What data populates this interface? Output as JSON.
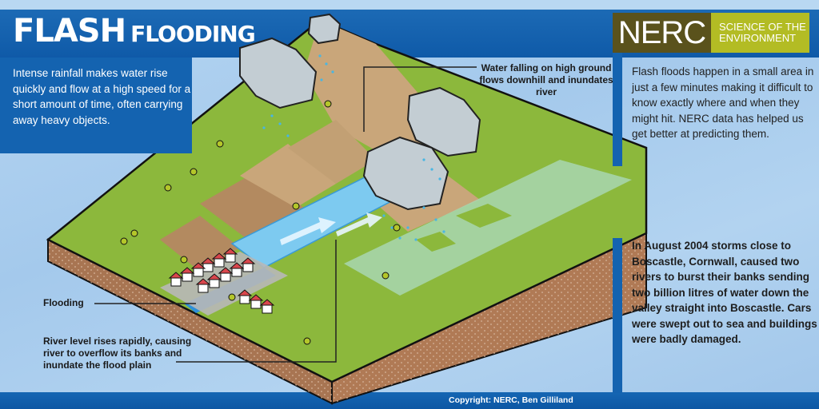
{
  "title": {
    "word1": "FLASH",
    "word2": "FLOODING"
  },
  "intro": "Intense rainfall makes water rise quickly and flow at a high speed for a short amount of time, often carrying away heavy objects.",
  "logo": {
    "main": "NERC",
    "tagline_line1": "SCIENCE OF THE",
    "tagline_line2": "ENVIRONMENT",
    "colors": {
      "main_bg": "#5a521c",
      "tagline_bg": "#b3bc24"
    }
  },
  "panels": {
    "info": "Flash floods happen in a small area in just a few minutes making it difficult to know exactly where and when they might hit. NERC data has helped us get better at predicting them.",
    "boscastle": "In August 2004 storms close to Boscastle, Cornwall, caused two rivers to burst their banks sending two billion litres of water down the valley straight into Boscastle. Cars were swept out to sea and buildings were badly damaged."
  },
  "diagram_labels": {
    "water_falling": "Water falling on high ground flows downhill and inundates river",
    "flooding": "Flooding",
    "river_level": "River level rises rapidly, causing river to overflow its banks and inundate the flood plain"
  },
  "copyright": "Copyright: NERC, Ben Gilliland",
  "colors": {
    "dark_blue": "#1463b0",
    "light_blue": "#a9cdee",
    "grass": "#8cb83c",
    "soil": "#a87552",
    "river": "#5bb8e8"
  }
}
